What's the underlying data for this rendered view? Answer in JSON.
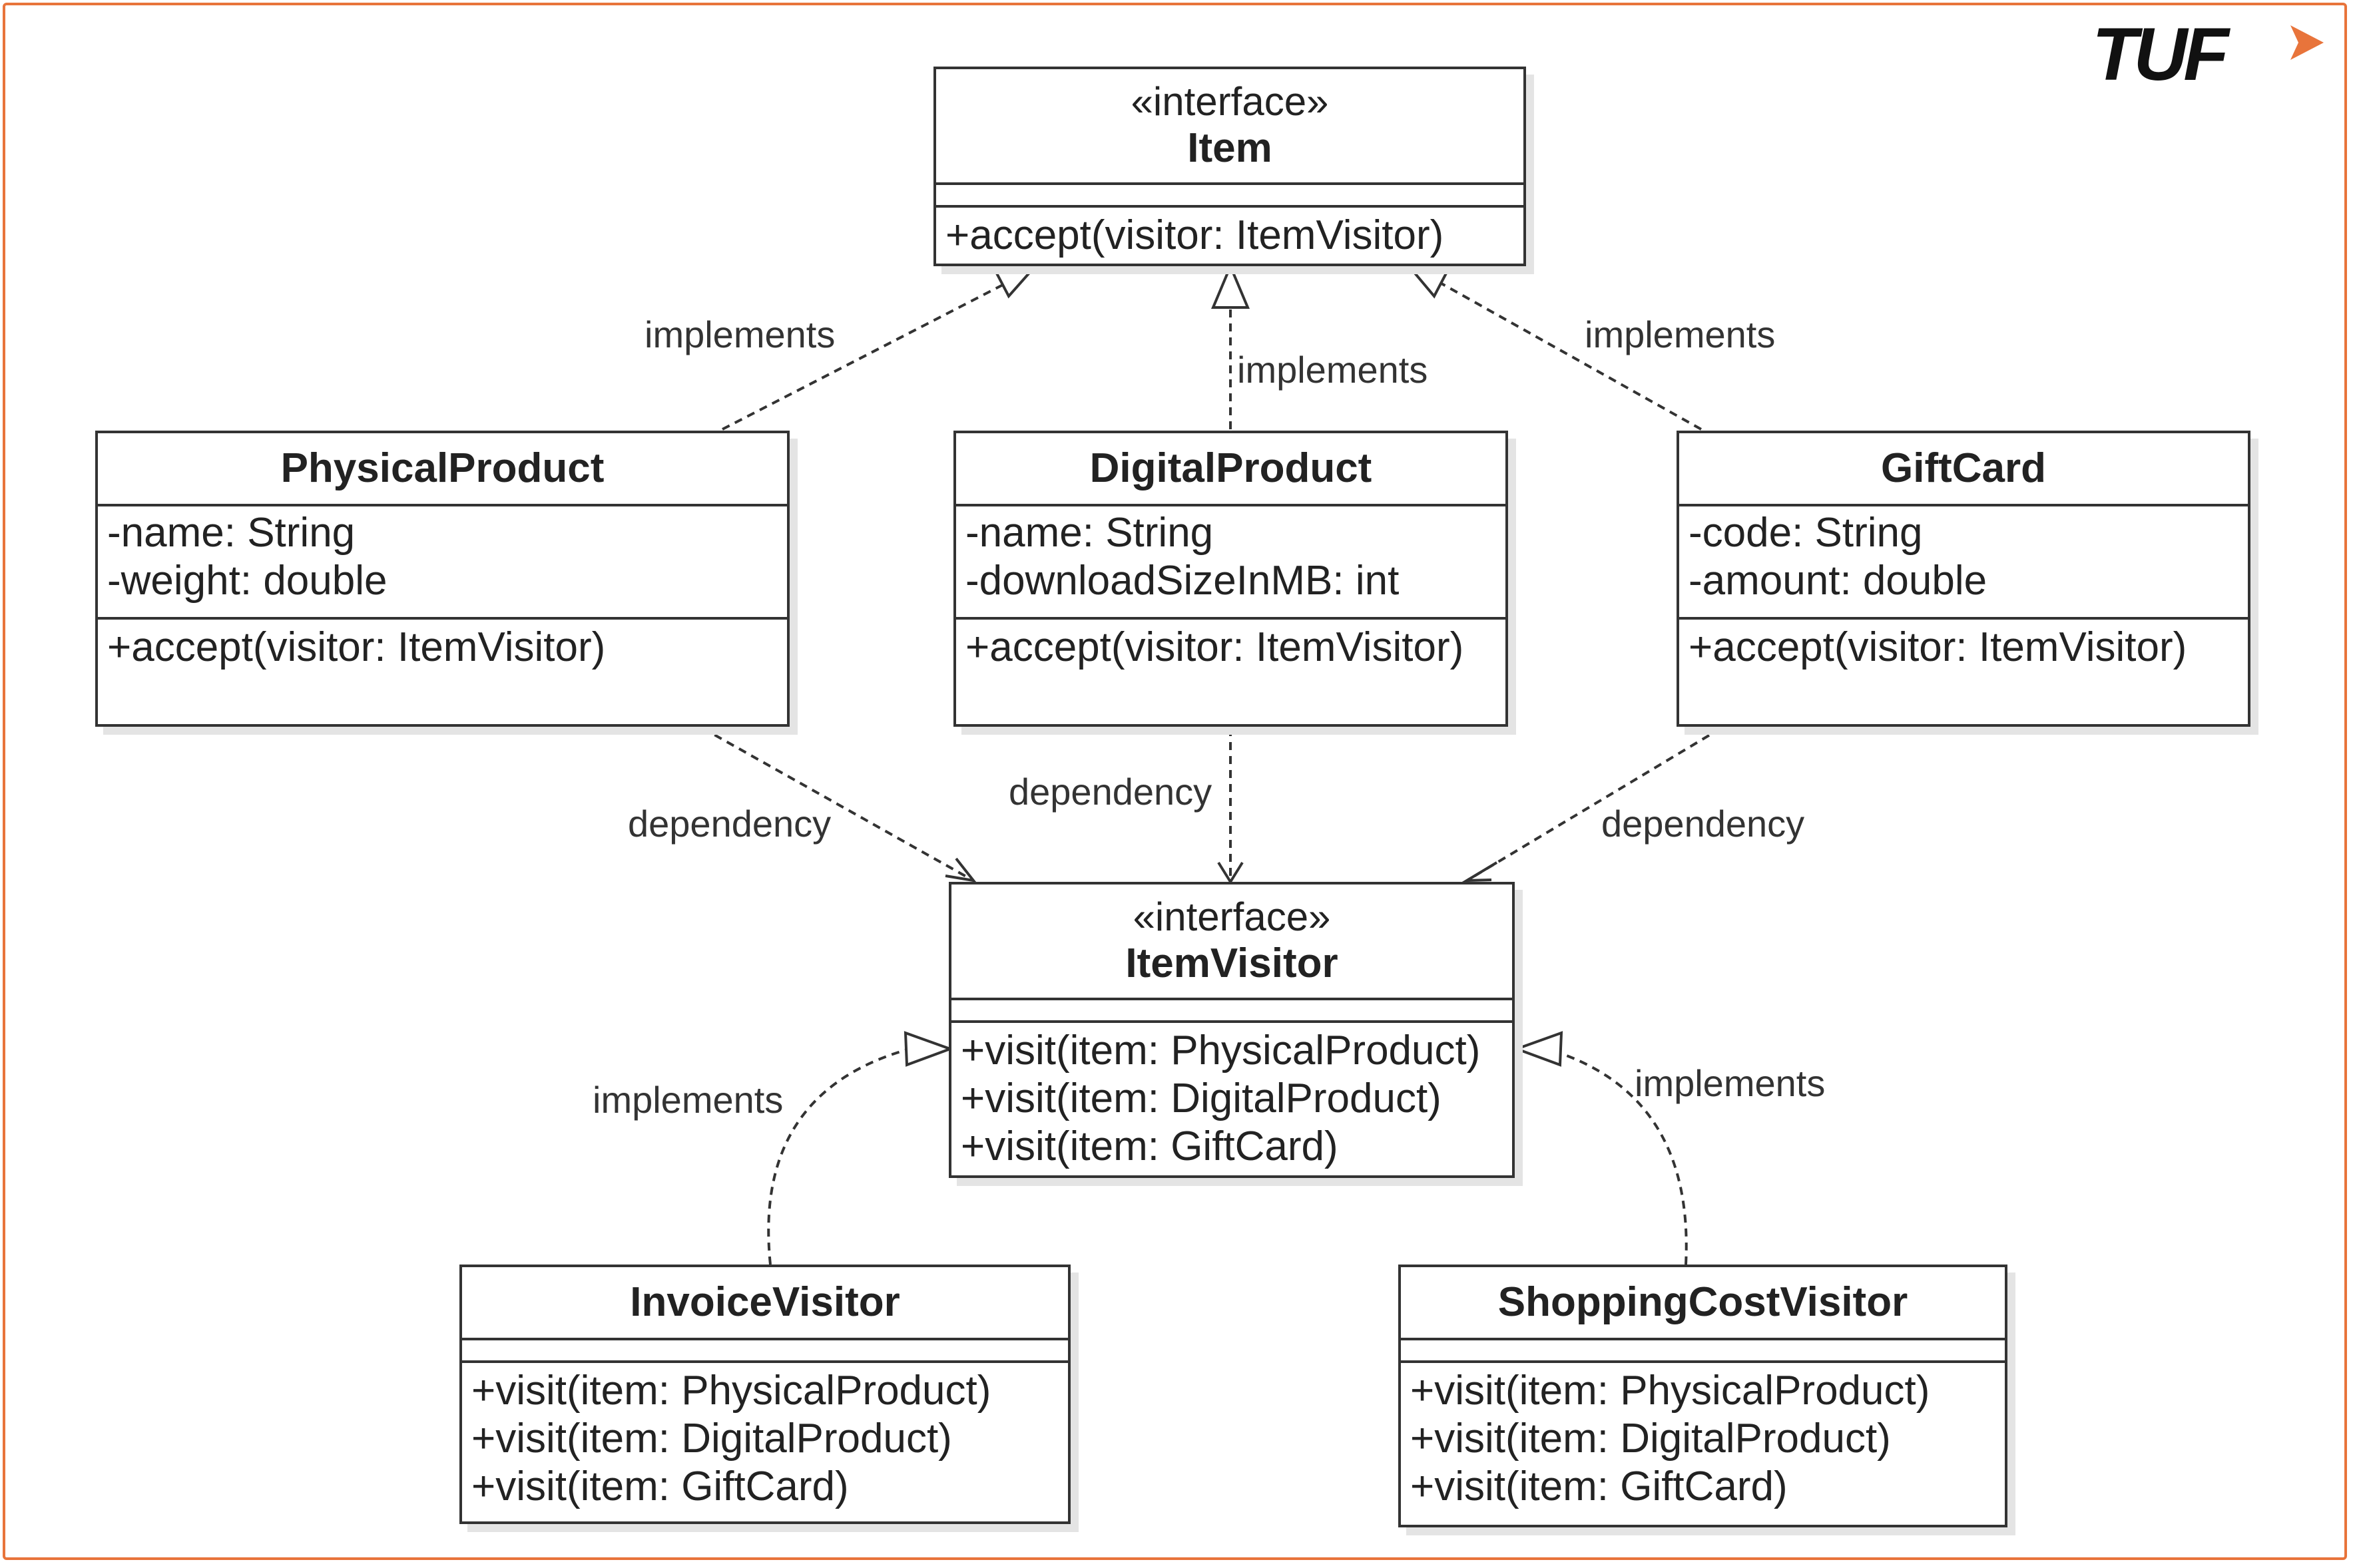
{
  "logo": {
    "text": "TUF"
  },
  "classes": {
    "item": {
      "stereotype": "«interface»",
      "name": "Item",
      "attributes": [],
      "operations": [
        "+accept(visitor: ItemVisitor)"
      ]
    },
    "physical_product": {
      "name": "PhysicalProduct",
      "attributes": [
        "-name: String",
        "-weight: double"
      ],
      "operations": [
        "+accept(visitor: ItemVisitor)"
      ]
    },
    "digital_product": {
      "name": "DigitalProduct",
      "attributes": [
        "-name: String",
        "-downloadSizeInMB: int"
      ],
      "operations": [
        "+accept(visitor: ItemVisitor)"
      ]
    },
    "gift_card": {
      "name": "GiftCard",
      "attributes": [
        "-code: String",
        "-amount: double"
      ],
      "operations": [
        "+accept(visitor: ItemVisitor)"
      ]
    },
    "item_visitor": {
      "stereotype": "«interface»",
      "name": "ItemVisitor",
      "attributes": [],
      "operations": [
        "+visit(item: PhysicalProduct)",
        "+visit(item: DigitalProduct)",
        "+visit(item: GiftCard)"
      ]
    },
    "invoice_visitor": {
      "name": "InvoiceVisitor",
      "attributes": [],
      "operations": [
        "+visit(item: PhysicalProduct)",
        "+visit(item: DigitalProduct)",
        "+visit(item: GiftCard)"
      ]
    },
    "shopping_cost_visitor": {
      "name": "ShoppingCostVisitor",
      "attributes": [],
      "operations": [
        "+visit(item: PhysicalProduct)",
        "+visit(item: DigitalProduct)",
        "+visit(item: GiftCard)"
      ]
    }
  },
  "relations": {
    "physical_implements": "implements",
    "digital_implements": "implements",
    "giftcard_implements": "implements",
    "physical_dependency": "dependency",
    "digital_dependency": "dependency",
    "giftcard_dependency": "dependency",
    "invoice_implements": "implements",
    "shopping_implements": "implements"
  },
  "colors": {
    "frame": "#e8743b",
    "line": "#333333",
    "shadow": "#e4e4e4",
    "logo_text": "#111111",
    "logo_accent": "#e8743b"
  }
}
